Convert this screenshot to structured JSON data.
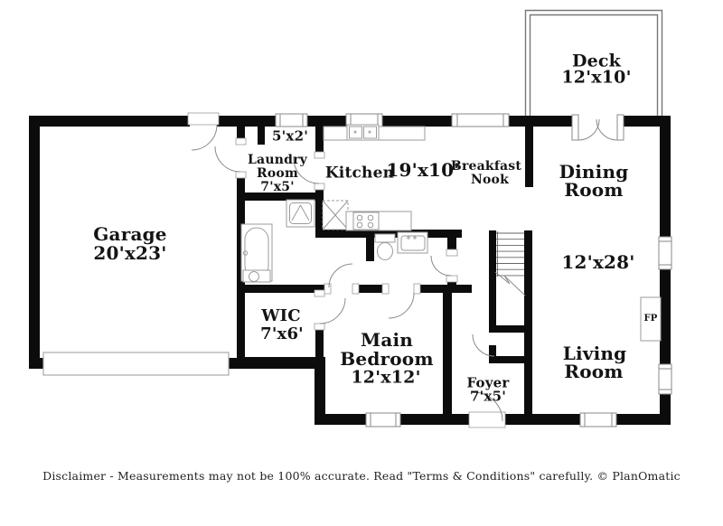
{
  "colors": {
    "wall": "#0c0c0c",
    "fixture_stroke": "#9b9b9b",
    "window_stroke": "#8a8a8a",
    "door_arc": "#8a8a8a",
    "text": "#141414"
  },
  "rooms": {
    "deck": {
      "name": "Deck",
      "dims": "12'x10'"
    },
    "garage": {
      "name": "Garage",
      "dims": "20'x23'"
    },
    "laundry": {
      "name": "Laundry Room",
      "dims": "7'x5'",
      "closet_dims": "5'x2'"
    },
    "kitchen": {
      "name": "Kitchen",
      "dims": "19'x10'"
    },
    "breakfast_nook": {
      "name": "Breakfast Nook"
    },
    "dining": {
      "name": "Dining Room"
    },
    "living": {
      "name": "Living Room"
    },
    "dining_living_dims": "12'x28'",
    "wic": {
      "name": "WIC",
      "dims": "7'x6'"
    },
    "main_bedroom": {
      "name": "Main Bedroom",
      "dims": "12'x12'"
    },
    "foyer": {
      "name": "Foyer",
      "dims": "7'x5'"
    },
    "fireplace": {
      "abbr": "FP"
    }
  },
  "labels": {
    "deck_name": "Deck",
    "deck_dims": "12'x10'",
    "garage_name": "Garage",
    "garage_dims": "20'x23'",
    "laundry_1": "Laundry",
    "laundry_2": "Room",
    "laundry_dims": "7'x5'",
    "laundry_closet_dims": "5'x2'",
    "kitchen_name": "Kitchen",
    "kitchen_dims": "19'x10'",
    "nook_1": "Breakfast",
    "nook_2": "Nook",
    "dining_1": "Dining",
    "dining_2": "Room",
    "dining_living_dims": "12'x28'",
    "living_1": "Living",
    "living_2": "Room",
    "wic_name": "WIC",
    "wic_dims": "7'x6'",
    "bedroom_1": "Main",
    "bedroom_2": "Bedroom",
    "bedroom_dims": "12'x12'",
    "foyer_name": "Foyer",
    "foyer_dims": "7'x5'",
    "fireplace_abbr": "FP",
    "disclaimer": "Disclaimer - Measurements may not be 100% accurate. Read \"Terms & Conditions\" carefully. © PlanOmatic"
  }
}
